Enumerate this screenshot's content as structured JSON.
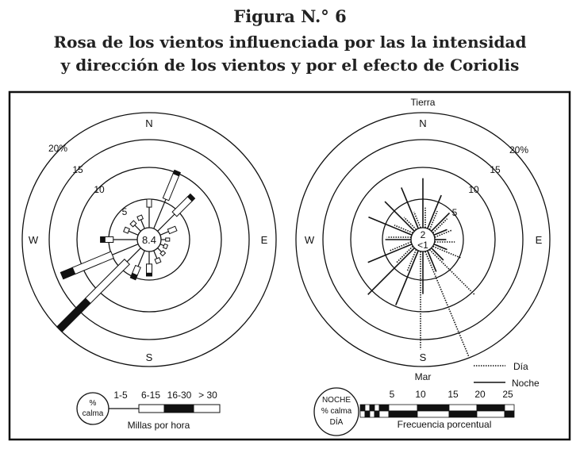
{
  "figure": {
    "number": "Figura N.° 6",
    "title_line1": "Rosa de los vientos influenciada por las la intensidad",
    "title_line2": "y dirección de los vientos y por el efecto de Coriolis"
  },
  "left_rose": {
    "compass": {
      "n": "N",
      "e": "E",
      "s": "S",
      "w": "W"
    },
    "ring_labels": [
      "5",
      "10",
      "15",
      "20%"
    ],
    "center_label": "8.4",
    "spokes": [
      {
        "dir": 0,
        "line": 3.6,
        "segs": [
          [
            3.6,
            5.0,
            "w"
          ]
        ],
        "w": 6
      },
      {
        "dir": 22.5,
        "line": 5.5,
        "segs": [
          [
            5.5,
            9.7,
            "w"
          ],
          [
            9.7,
            10.3,
            "b"
          ]
        ],
        "w": 8
      },
      {
        "dir": 45,
        "line": 4.2,
        "segs": [
          [
            4.2,
            7.7,
            "w"
          ],
          [
            7.7,
            8.3,
            "b"
          ]
        ],
        "w": 8
      },
      {
        "dir": 67.5,
        "line": 1.6,
        "segs": [
          [
            1.6,
            3.0,
            "w"
          ]
        ],
        "w": 6
      },
      {
        "dir": 90,
        "line": 0.8,
        "segs": [
          [
            0.8,
            1.5,
            "w"
          ]
        ],
        "w": 4
      },
      {
        "dir": 112.5,
        "line": 0.7,
        "segs": [
          [
            0.7,
            1.3,
            "w"
          ]
        ],
        "w": 5
      },
      {
        "dir": 135,
        "line": 1.0,
        "segs": [
          [
            1.0,
            1.6,
            "w"
          ]
        ],
        "w": 5
      },
      {
        "dir": 157.5,
        "line": 1.5,
        "segs": [
          [
            1.5,
            2.3,
            "w"
          ]
        ],
        "w": 6
      },
      {
        "dir": 180,
        "line": 2.2,
        "segs": [
          [
            2.2,
            3.8,
            "w"
          ],
          [
            3.8,
            4.3,
            "b"
          ]
        ],
        "w": 7
      },
      {
        "dir": 202.5,
        "line": 3.0,
        "segs": [
          [
            3.0,
            4.5,
            "w"
          ],
          [
            4.5,
            5.3,
            "b"
          ]
        ],
        "w": 7
      },
      {
        "dir": 225,
        "line": 3.4,
        "segs": [
          [
            3.4,
            12.6,
            "w"
          ],
          [
            12.6,
            20.0,
            "b"
          ]
        ],
        "w": 9
      },
      {
        "dir": 247.5,
        "line": 4.9,
        "segs": [
          [
            4.9,
            11.7,
            "w"
          ],
          [
            11.7,
            14.0,
            "b"
          ]
        ],
        "w": 9
      },
      {
        "dir": 270,
        "line": 4.2,
        "segs": [
          [
            4.2,
            5.6,
            "w"
          ],
          [
            5.6,
            6.3,
            "b"
          ]
        ],
        "w": 7
      },
      {
        "dir": 292.5,
        "line": 1.8,
        "segs": [
          [
            1.8,
            2.6,
            "w"
          ]
        ],
        "w": 6
      },
      {
        "dir": 315,
        "line": 1.5,
        "segs": [
          [
            1.5,
            2.2,
            "w"
          ]
        ],
        "w": 6
      },
      {
        "dir": 337.5,
        "line": 1.7,
        "segs": [
          [
            1.7,
            2.4,
            "w"
          ]
        ],
        "w": 6
      }
    ]
  },
  "right_rose": {
    "top_label": "Tierra",
    "bottom_label": "Mar",
    "compass": {
      "n": "N",
      "e": "E",
      "s": "S",
      "w": "W"
    },
    "ring_labels": [
      "5",
      "10",
      "15",
      "20%"
    ],
    "center_label_top": "2",
    "center_label_bottom": "<1",
    "directions": [
      0,
      22.5,
      45,
      67.5,
      90,
      112.5,
      135,
      157.5,
      180,
      202.5,
      225,
      247.5,
      270,
      292.5,
      315,
      337.5
    ],
    "noche": [
      8.3,
      6.2,
      4.5,
      2.5,
      2.0,
      2.5,
      3.0,
      4.0,
      7.2,
      9.8,
      11.0,
      8.0,
      4.5,
      7.9,
      7.1,
      7.5
    ],
    "dia": [
      3.5,
      3.5,
      3.5,
      3.3,
      3.5,
      5.3,
      10.5,
      19.8,
      16.8,
      4.0,
      4.0,
      4.0,
      4.2,
      3.5,
      3.0,
      3.0
    ],
    "legend": {
      "dia": "Día",
      "noche": "Noche"
    }
  },
  "legend_left": {
    "circle_line1": "%",
    "circle_line2": "calma",
    "ranges": [
      "1-5",
      "6-15",
      "16-30",
      "> 30"
    ],
    "caption": "Millas por hora"
  },
  "legend_right": {
    "circle_line1": "NOCHE",
    "circle_line2": "% calma",
    "circle_line3": "DÍA",
    "ticks": [
      "5",
      "10",
      "15",
      "20",
      "25"
    ],
    "caption": "Frecuencia porcentual"
  },
  "colors": {
    "ink": "#111111",
    "background": "#ffffff"
  }
}
